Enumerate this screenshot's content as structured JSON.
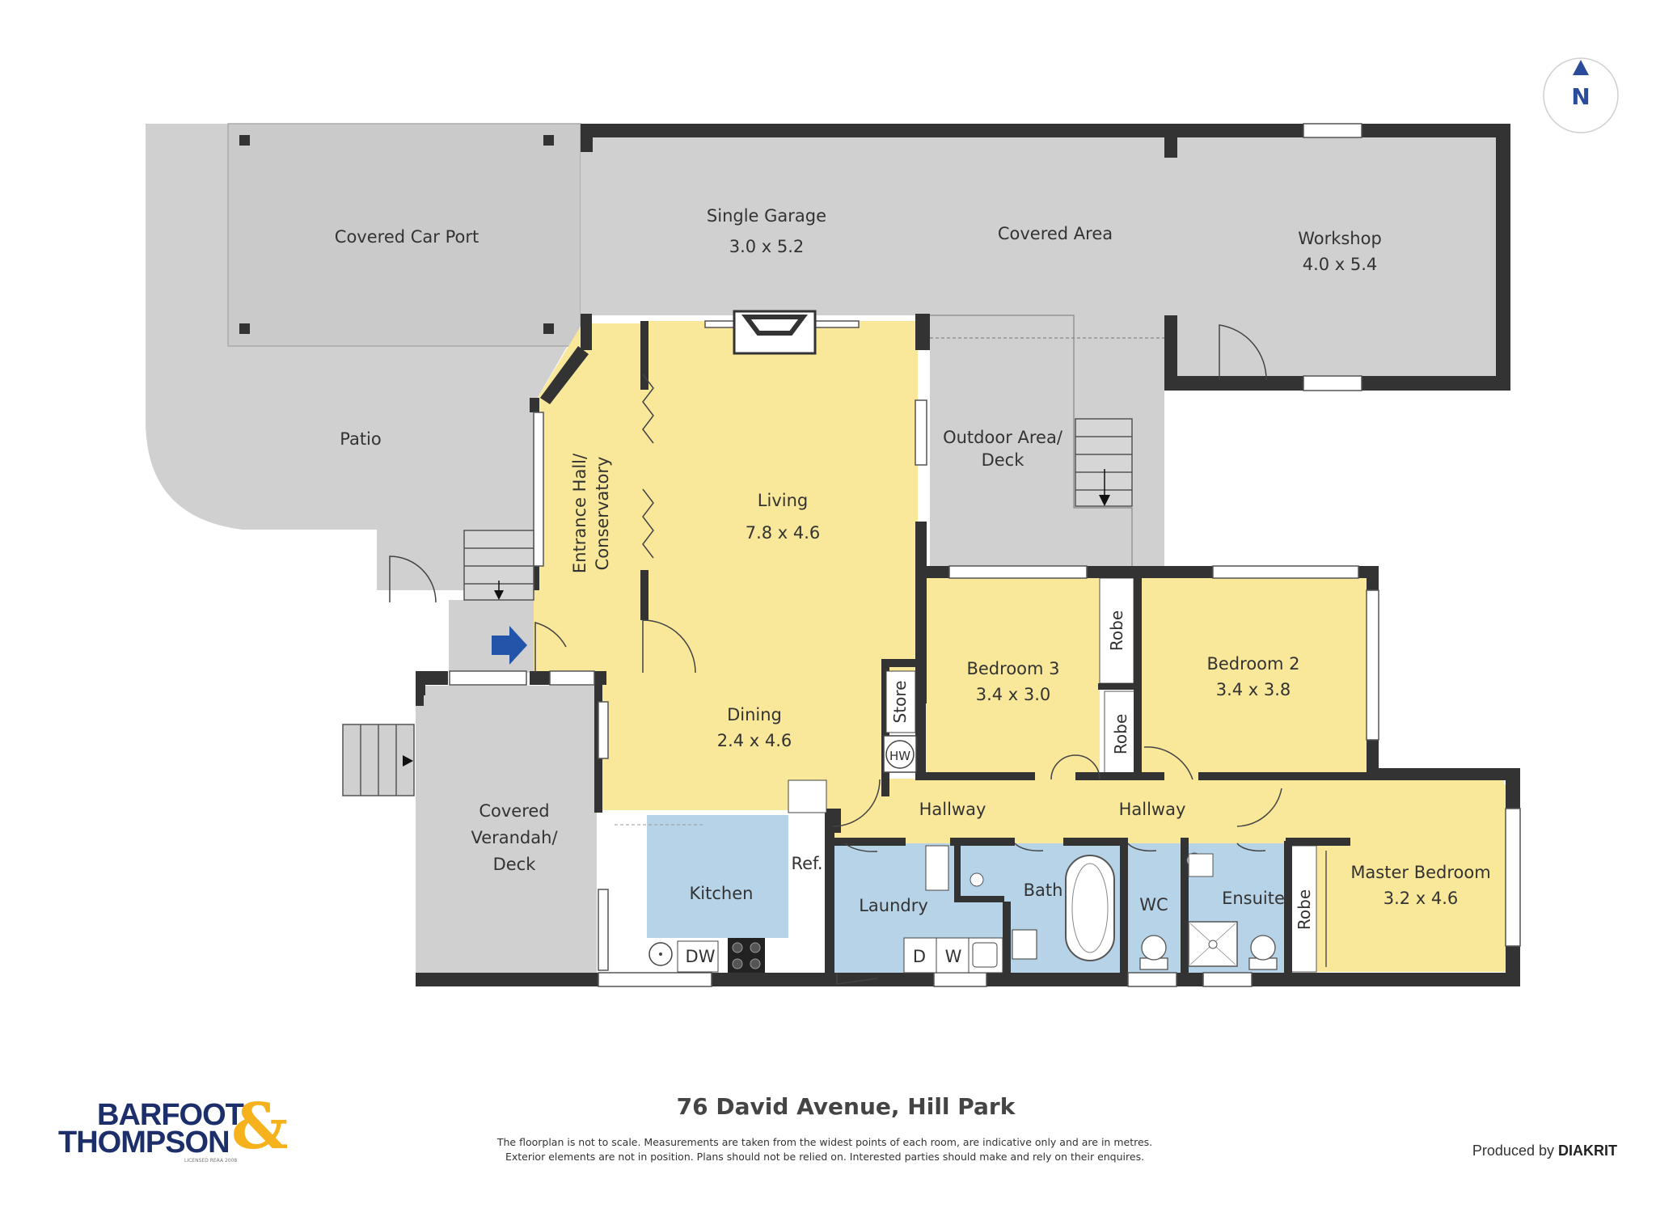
{
  "rooms": {
    "covered_car_port": "Covered Car Port",
    "single_garage": "Single Garage",
    "single_garage_dims": "3.0 x 5.2",
    "covered_area": "Covered Area",
    "workshop": "Workshop",
    "workshop_dims": "4.0 x 5.4",
    "patio": "Patio",
    "outdoor_area_1": "Outdoor Area/",
    "outdoor_area_2": "Deck",
    "entrance_hall_1": "Entrance Hall/",
    "entrance_hall_2": "Conservatory",
    "living": "Living",
    "living_dims": "7.8 x 4.6",
    "dining": "Dining",
    "dining_dims": "2.4 x 4.6",
    "store": "Store",
    "hw": "HW",
    "bedroom3": "Bedroom 3",
    "bedroom3_dims": "3.4 x 3.0",
    "bedroom2": "Bedroom 2",
    "bedroom2_dims": "3.4 x 3.8",
    "robe": "Robe",
    "hallway": "Hallway",
    "covered_verandah_1": "Covered",
    "covered_verandah_2": "Verandah/",
    "covered_verandah_3": "Deck",
    "kitchen": "Kitchen",
    "ref": "Ref.",
    "dw": "DW",
    "laundry": "Laundry",
    "d": "D",
    "w": "W",
    "bath": "Bath",
    "wc": "WC",
    "ensuite": "Ensuite",
    "master_bedroom": "Master Bedroom",
    "master_bedroom_dims": "3.2 x 4.6"
  },
  "compass": {
    "label": "N"
  },
  "footer": {
    "address": "76 David Avenue, Hill Park",
    "disclaimer_1": "The floorplan is not to scale. Measurements are taken from the widest points of each room, are indicative only and are in metres.",
    "disclaimer_2": "Exterior elements are not in position. Plans should not be relied on. Interested parties should make and rely on their enquires.",
    "produced_by": "Produced by",
    "producer_name": "DIAKRIT"
  },
  "logo": {
    "line1": "BARFOOT",
    "line2": "THOMPSON",
    "ampersand": "&",
    "licence": "LICENSED REAA 2008"
  },
  "colors": {
    "living_yellow": "#f9e79a",
    "wet_blue": "#b7d3e8",
    "outdoor_grey": "#d0d0d0",
    "wall": "#333333",
    "entry_arrow": "#2255aa",
    "logo_navy": "#1c2f6b",
    "logo_gold": "#f5b21c"
  },
  "icons": [
    "north-compass-icon",
    "entry-arrow-icon",
    "stair-down-arrow-icon",
    "bathtub-icon",
    "toilet-icon",
    "sink-icon",
    "cooktop-icon",
    "shower-icon"
  ]
}
